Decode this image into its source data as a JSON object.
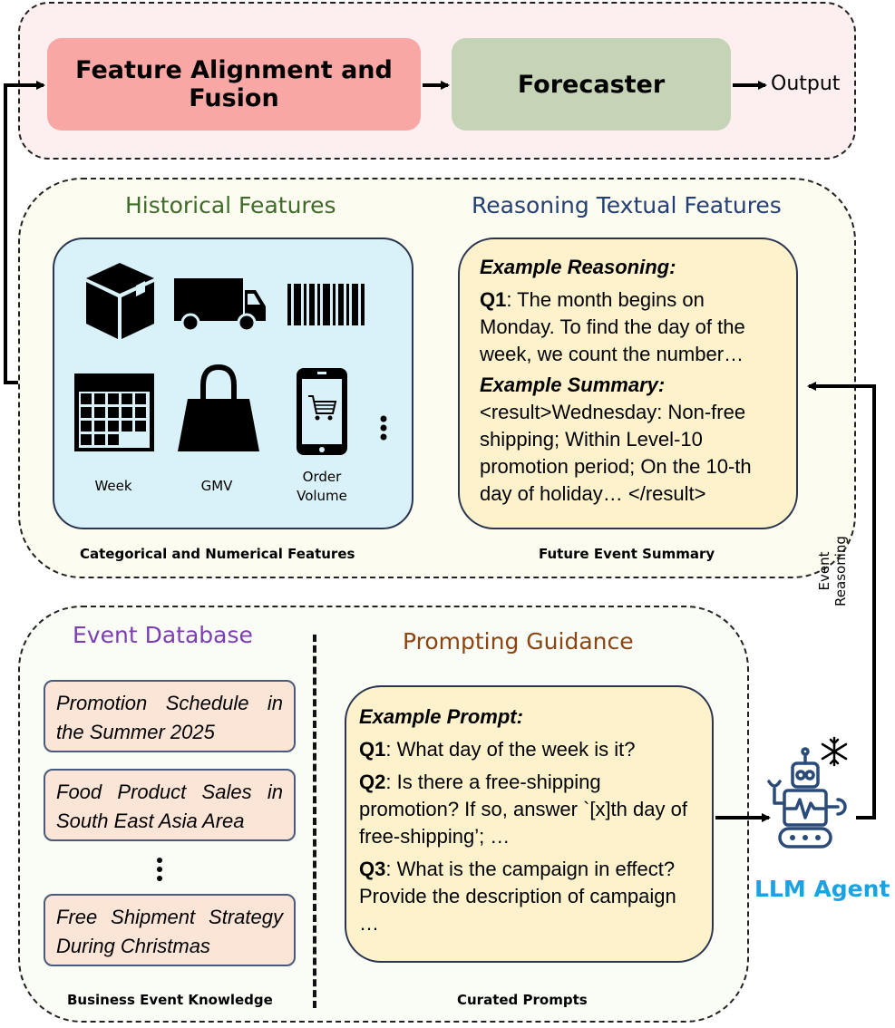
{
  "top": {
    "fusion_label": "Feature Alignment and Fusion",
    "forecaster_label": "Forecaster",
    "output_label": "Output"
  },
  "historical": {
    "title": "Historical Features",
    "icons": [
      "box-icon",
      "truck-icon",
      "barcode-icon",
      "calendar-icon",
      "shopping-bag-icon",
      "mobile-cart-icon",
      "vertical-ellipsis-icon"
    ],
    "week_label": "Week",
    "gmv_label": "GMV",
    "order_label_line1": "Order",
    "order_label_line2": "Volume",
    "caption": "Categorical and Numerical Features"
  },
  "reasoning": {
    "title": "Reasoning Textual Features",
    "example_reasoning_head": "Example Reasoning:",
    "q1_label": "Q1",
    "q1_text": ": The month begins on Monday. To find the day of the week, we count the number…",
    "example_summary_head": "Example Summary:",
    "summary_text": "<result>Wednesday: Non-free shipping; Within Level-10 promotion period; On the 10-th day of holiday… </result>",
    "caption": "Future Event Summary"
  },
  "event_db": {
    "title": "Event Database",
    "items": [
      "Promotion Schedule in the Summer 2025",
      "Food Product Sales in South East Asia Area",
      "Free Shipment Strategy During Christmas"
    ],
    "caption": "Business Event Knowledge"
  },
  "prompting": {
    "title": "Prompting Guidance",
    "example_prompt_head": "Example Prompt:",
    "q1_label": "Q1",
    "q1_text": ": What day of the week is it?",
    "q2_label": "Q2",
    "q2_text": ": Is there a free-shipping promotion? If so, answer `[x]th day of free-shipping’; …",
    "q3_label": "Q3",
    "q3_text": ": What is the campaign in effect? Provide the description of campaign …",
    "caption": "Curated Prompts"
  },
  "agent": {
    "label": "LLM Agent",
    "arrow_label_line1": "Event",
    "arrow_label_line2": "Reasoning"
  },
  "colors": {
    "fusion_fill": "#f9a7a5",
    "forecaster_fill": "#c5d3b7",
    "top_panel_fill": "#fdeef0",
    "middle_panel_fill": "#fdfcf1",
    "bottom_panel_fill": "#fafcf6",
    "historical_fill": "#d9f1f9",
    "text_box_fill": "#fdf2cc",
    "event_box_fill": "#fbe5d6",
    "historical_title": "#3f6b2a",
    "reasoning_title": "#243f73",
    "event_db_title": "#7b3fb0",
    "prompting_title": "#8b4513",
    "agent_color": "#1aa3e0"
  }
}
